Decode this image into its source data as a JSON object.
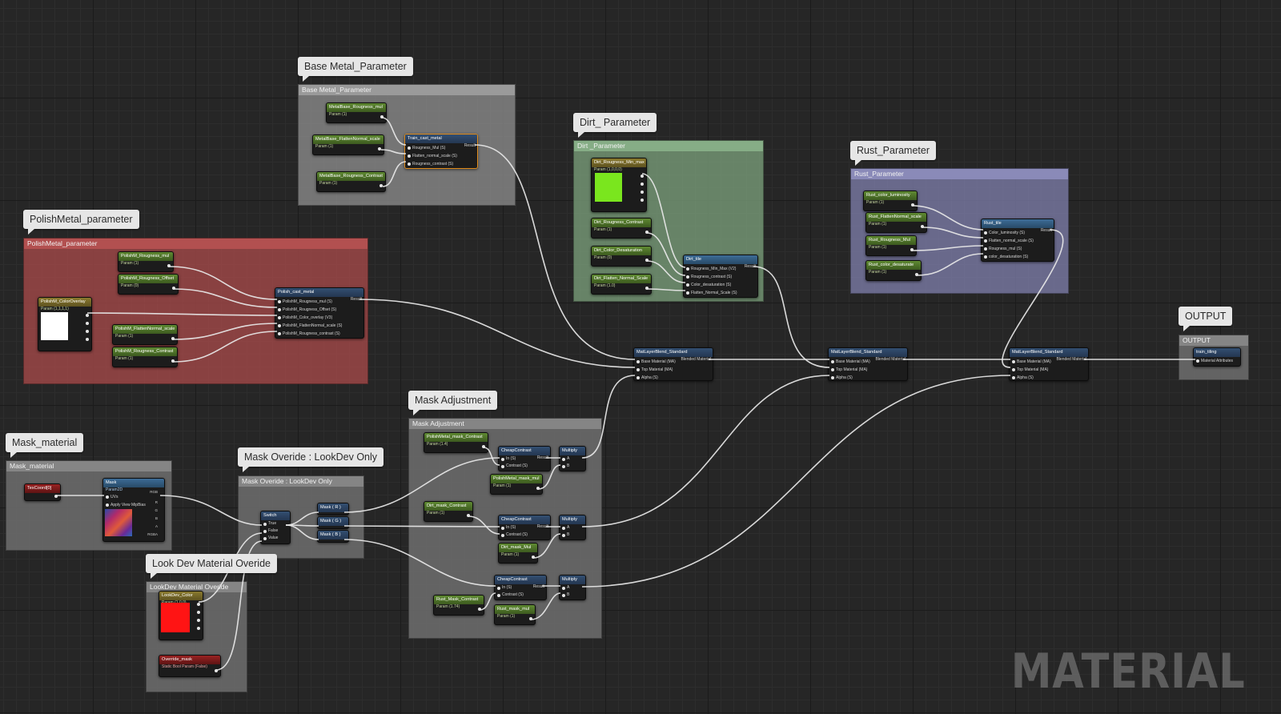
{
  "comments": {
    "base_metal": "Base Metal_Parameter",
    "dirt": "Dirt_ Parameter",
    "rust": "Rust_Parameter",
    "polish": "PolishMetal_parameter",
    "mask_adjust": "Mask Adjustment",
    "mask_material": "Mask_material",
    "mask_override": "Mask Overide : LookDev Only",
    "lookdev": "Look Dev Material Overide",
    "output": "OUTPUT"
  },
  "comment_headers": {
    "base_metal": "Base Metal_Parameter",
    "dirt": "Dirt _Parameter",
    "rust": "Rust_Parameter",
    "polish": "PolishMetal_parameter",
    "mask_adjust": "Mask Adjustment",
    "mask_material": "Mask_material",
    "mask_override": "Mask Overide : LookDev Only",
    "lookdev": "LookDev Material Overide",
    "output": "OUTPUT"
  },
  "nodes": {
    "mb_rough_mul": {
      "title": "MetalBase_Rougness_mul",
      "sub": "Param (1)"
    },
    "mb_flatten": {
      "title": "MetalBase_FlattenNormal_scale",
      "sub": "Param (1)"
    },
    "mb_rough_contrast": {
      "title": "MetalBase_Rougness_Contrast",
      "sub": "Param (1)"
    },
    "train_cast_metal": {
      "title": "Train_cast_metal",
      "result": "Result",
      "pins": [
        "Rougness_Mul (S)",
        "Flatten_normal_scale (S)",
        "Rougness_contrast (S)"
      ]
    },
    "dirt_rough_max": {
      "title": "Dirt_Rougness_Min_max",
      "sub": "Param (1,0,0,0)"
    },
    "dirt_rough_contrast": {
      "title": "Dirt_Rougness_Contrast",
      "sub": "Param (1)"
    },
    "dirt_desat": {
      "title": "Dirt_Color_Desaturation",
      "sub": "Param (0)"
    },
    "dirt_flatten": {
      "title": "Dirt_Flatten_Normal_Scale",
      "sub": "Param (1.0)"
    },
    "dirt_tile": {
      "title": "Dirt_tile",
      "result": "Result",
      "pins": [
        "Rougness_Min_Max (V2)",
        "Rougness_contrast (S)",
        "Color_desaturation (S)",
        "Flatten_Normal_Scale (S)"
      ]
    },
    "rust_lum": {
      "title": "Rust_color_luminosity",
      "sub": "Param (1)"
    },
    "rust_flatten": {
      "title": "Rust_FlattenNormal_scale",
      "sub": "Param (1)"
    },
    "rust_rough": {
      "title": "Rust_Rougness_Mul",
      "sub": "Param (1)"
    },
    "rust_desat": {
      "title": "Rust_color_desaturate",
      "sub": "Param (1)"
    },
    "rust_tile": {
      "title": "Rust_tile",
      "result": "Result",
      "pins": [
        "Color_luminosity (S)",
        "Flatten_normal_scale (S)",
        "Rougness_mul (S)",
        "color_desaturation (S)"
      ]
    },
    "pm_rough_mul": {
      "title": "PolishM_Rougness_mul",
      "sub": "Param (1)"
    },
    "pm_rough_offset": {
      "title": "PolishM_Rougness_Offset",
      "sub": "Param (0)"
    },
    "pm_color": {
      "title": "PolishM_ColorOverlay",
      "sub": "Param (1,1,1,1)"
    },
    "pm_flatten": {
      "title": "PolishM_FlattenNormal_scale",
      "sub": "Param (1)"
    },
    "pm_rough_contrast": {
      "title": "PolishM_Rougness_Contrast",
      "sub": "Param (1)"
    },
    "polish_cast_metal": {
      "title": "Polish_cast_metal",
      "result": "Result",
      "pins": [
        "PolishM_Rougness_mul (S)",
        "PolishM_Rougness_Offset (S)",
        "PolishM_Color_overlay (V3)",
        "PolishM_FlattenNormal_scale (S)",
        "PolishM_Rougness_contrast (S)"
      ]
    },
    "blend1": {
      "title": "MatLayerBlend_Standard",
      "result": "Blended Material",
      "pins": [
        "Base Material (MA)",
        "Top Material (MA)",
        "Alpha (S)"
      ]
    },
    "blend2": {
      "title": "MatLayerBlend_Standard",
      "result": "Blended Material",
      "pins": [
        "Base Material (MA)",
        "Top Material (MA)",
        "Alpha (S)"
      ]
    },
    "blend3": {
      "title": "MatLayerBlend_Standard",
      "result": "Blended Material",
      "pins": [
        "Base Material (MA)",
        "Top Material (MA)",
        "Alpha (S)"
      ]
    },
    "output": {
      "title": "train_tiling",
      "pin": "Material Attributes"
    },
    "texcoord": {
      "title": "TexCoord[0]"
    },
    "mask_tex": {
      "title": "Mask",
      "sub": "Param2D",
      "pins": [
        "UVs",
        "Apply View MipBias"
      ],
      "outs": [
        "RGB",
        "R",
        "G",
        "B",
        "A",
        "RGBA"
      ]
    },
    "switch": {
      "title": "Switch",
      "pins": [
        "True",
        "False",
        "Value"
      ]
    },
    "mask_r": {
      "title": "Mask ( R )"
    },
    "mask_g": {
      "title": "Mask ( G )"
    },
    "mask_b": {
      "title": "Mask ( B )"
    },
    "pm_mask_contrast": {
      "title": "PolishMetal_mask_Contrast",
      "sub": "Param (1.4)"
    },
    "cheap1": {
      "title": "CheapContrast",
      "result": "Result",
      "pins": [
        "In (S)",
        "Contrast (S)"
      ]
    },
    "pm_mask_mul": {
      "title": "PolishMetal_mask_mul",
      "sub": "Param (1)"
    },
    "mul1": {
      "title": "Multiply",
      "pins": [
        "A",
        "B"
      ]
    },
    "dirt_mask_contrast": {
      "title": "Dirt_mask_Contrast",
      "sub": "Param (1)"
    },
    "cheap2": {
      "title": "CheapContrast",
      "result": "Result",
      "pins": [
        "In (S)",
        "Contrast (S)"
      ]
    },
    "dirt_mask_mul": {
      "title": "Dirt_mask_Mul",
      "sub": "Param (1)"
    },
    "mul2": {
      "title": "Multiply",
      "pins": [
        "A",
        "B"
      ]
    },
    "rust_mask_contrast": {
      "title": "Rust_Mask_Contrast",
      "sub": "Param (1.74)"
    },
    "cheap3": {
      "title": "CheapContrast",
      "result": "Result",
      "pins": [
        "In (S)",
        "Contrast (S)"
      ]
    },
    "rust_mask_mul": {
      "title": "Rust_mask_mul",
      "sub": "Param (1)"
    },
    "mul3": {
      "title": "Multiply",
      "pins": [
        "A",
        "B"
      ]
    },
    "lookdev_color": {
      "title": "LookDev_Color",
      "sub": "Param (1,0,0)"
    },
    "override_mask": {
      "title": "Override_mask",
      "sub": "Static Bool Param (False)"
    }
  },
  "watermark": "MATERIAL",
  "colors": {
    "background": "#262626",
    "base_metal_comment": "#8c8c8c",
    "dirt_comment": "#7a9e7a",
    "rust_comment": "#7c7ca8",
    "polish_comment": "#a04848",
    "neutral_comment": "#6e6e6e",
    "swatch_green": "#7ae61e",
    "swatch_white": "#ffffff",
    "swatch_red": "#ff1414",
    "wire": "#e8e8e8",
    "selection": "#e08b1a"
  }
}
